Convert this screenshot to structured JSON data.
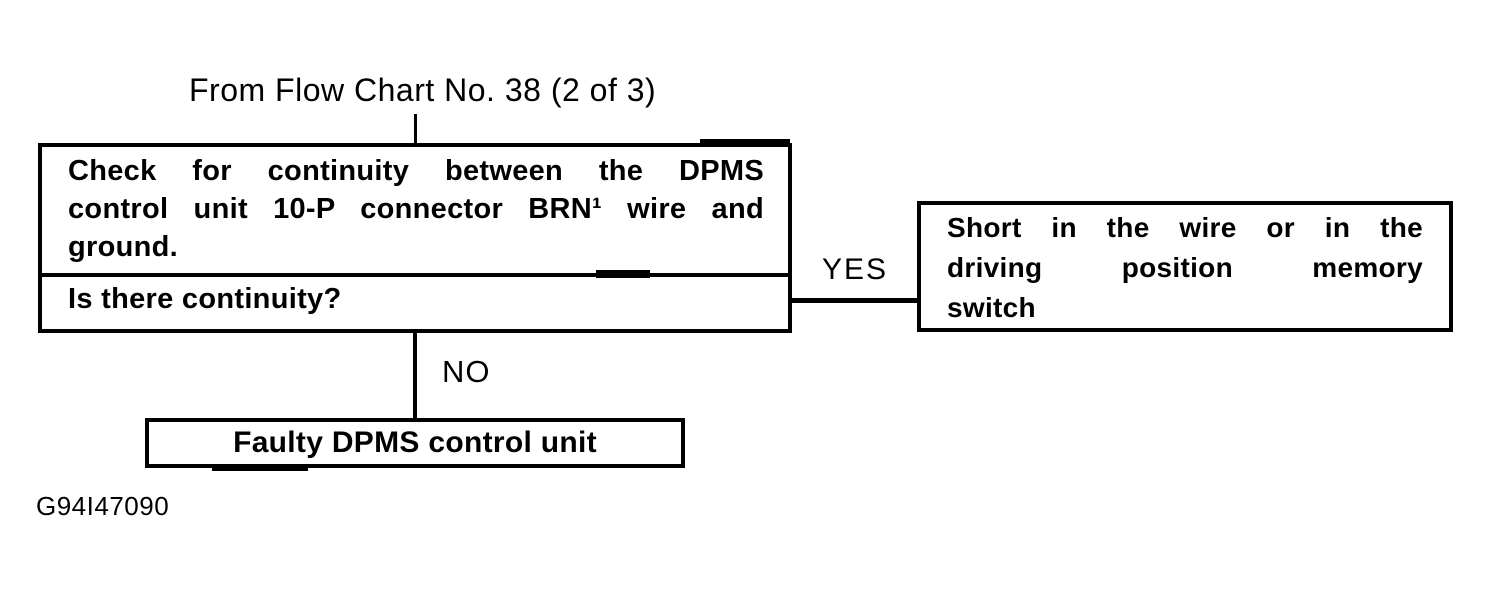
{
  "diagram": {
    "source_label": "From Flow Chart No. 38 (2 of 3)",
    "nodes": {
      "check": {
        "statement": "Check for continuity between the DPMS control unit 10-P connector BRN¹ wire and ground.",
        "statement_lines": [
          "Check for continuity between the DPMS",
          "control unit 10-P connector BRN¹ wire and",
          "ground."
        ],
        "question": "Is there continuity?"
      },
      "yes_result": {
        "text": "Short in the wire or in the driving position memory switch",
        "lines": [
          "Short in the wire or in the",
          "driving position memory",
          "switch"
        ]
      },
      "no_result": {
        "text": "Faulty DPMS control unit"
      }
    },
    "edges": {
      "yes_label": "YES",
      "no_label": "NO"
    },
    "figure_id": "G94I47090",
    "colors": {
      "ink": "#000000",
      "background": "#ffffff"
    }
  }
}
